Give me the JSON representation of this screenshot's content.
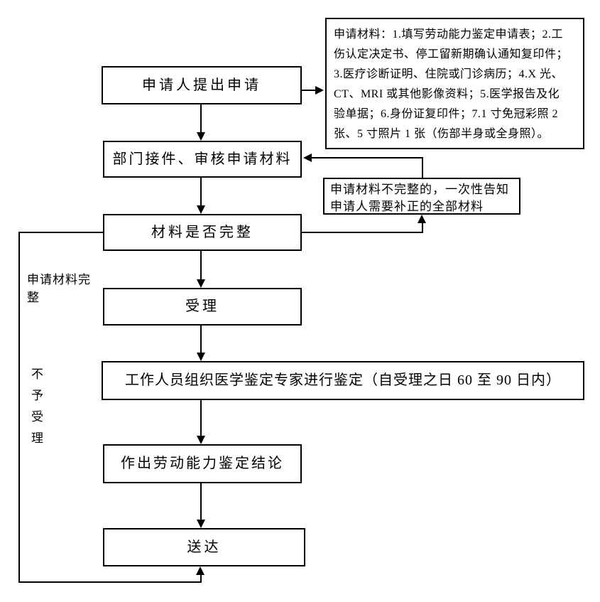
{
  "diagram": {
    "title_implied": "劳动能力鉴定流程图",
    "nodes": {
      "apply": {
        "label": "申请人提出申请"
      },
      "notes": {
        "lines": [
          "申请材料：1.填写劳动能力鉴定申请表；2.工",
          "伤认定决定书、停工留新期确认通知复印件；",
          "3.医疗诊断证明、住院或门诊病历；4.X 光、",
          "CT、MRI 或其他影像资料；5.医学报告及化",
          "验单据；6.身份证复印件；7.1 寸免冠彩照 2",
          "张、5 寸照片 1 张（伤部半身或全身照）。"
        ]
      },
      "receive": {
        "label": "部门接件、审核申请材料"
      },
      "incomplete": {
        "lines": [
          "申请材料不完整的，一次性告知",
          "申请人需要补正的全部材料"
        ]
      },
      "check": {
        "label": "材料是否完整"
      },
      "accept": {
        "label": "受理"
      },
      "expert": {
        "label": "工作人员组织医学鉴定专家进行鉴定（自受理之日 60 至 90 日内）"
      },
      "conclusion": {
        "label": "作出劳动能力鉴定结论"
      },
      "deliver": {
        "label": "送达"
      }
    },
    "edge_labels": {
      "complete": "申请材料完整",
      "reject": "不予受理"
    },
    "colors": {
      "line": "#000000",
      "background": "#ffffff",
      "box_fill": "#ffffff"
    }
  }
}
